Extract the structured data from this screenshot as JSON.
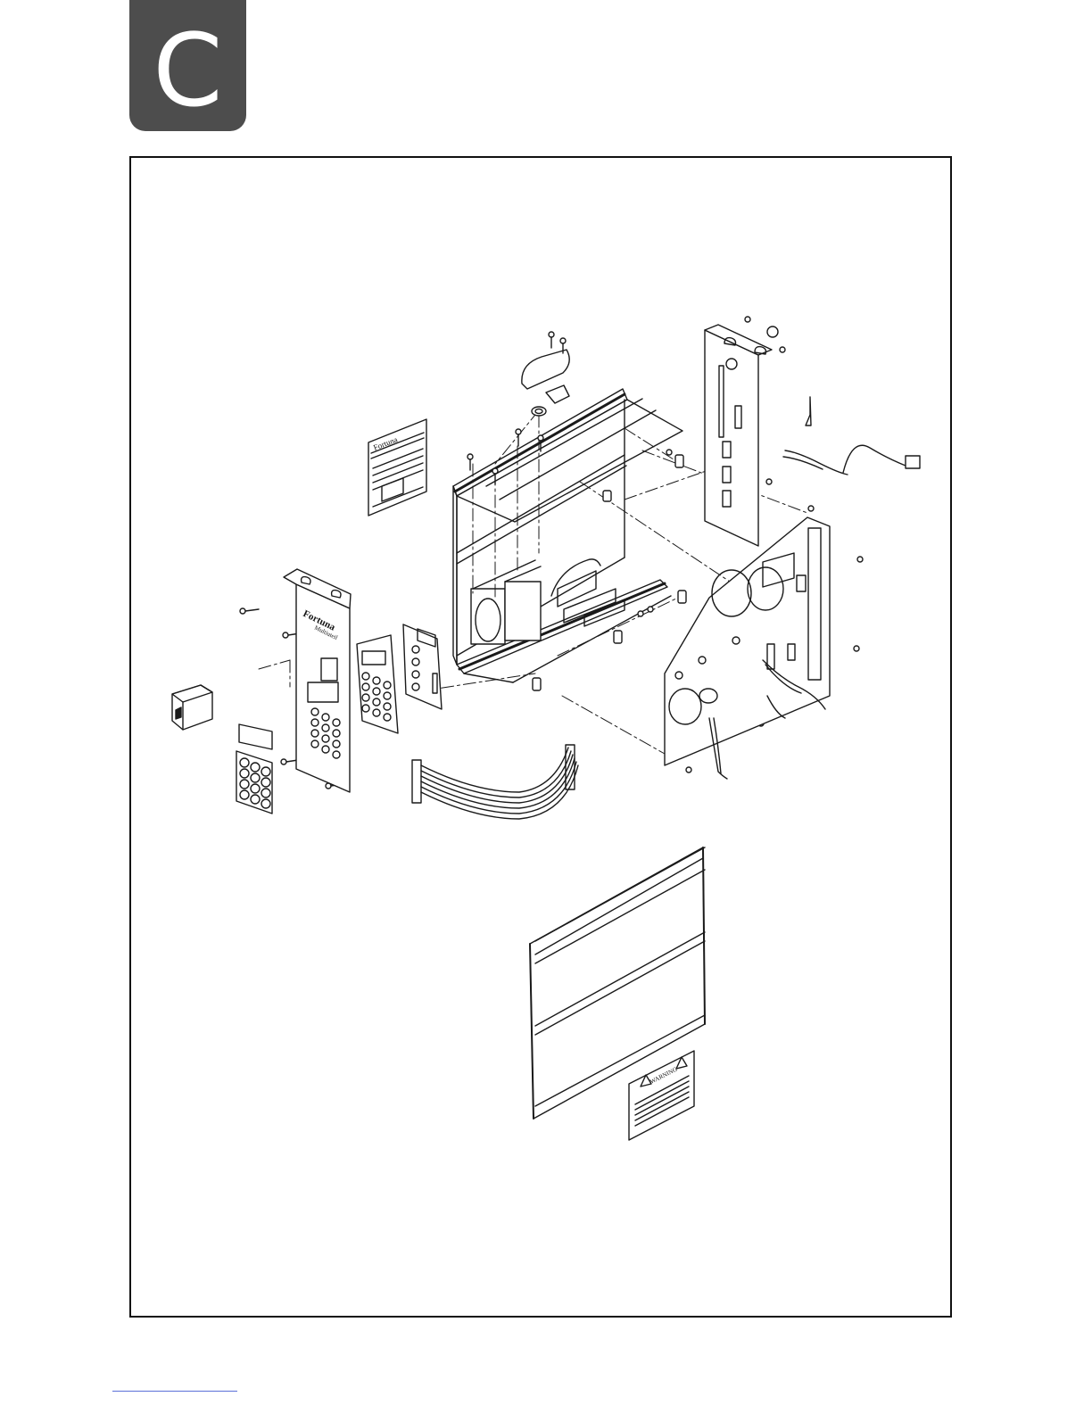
{
  "section_tab": {
    "letter": "C",
    "color": "#4d4d4d"
  },
  "rating_plate": {
    "brand": "Fortuna"
  },
  "front_panel": {
    "brand": "Fortuna",
    "model": "Multiuteil"
  },
  "warning_label": {
    "heading": "WARNING"
  },
  "colors": {
    "frame": "#111111",
    "ink": "#1a1a1a",
    "footer_rule": "#5a6fd8"
  }
}
